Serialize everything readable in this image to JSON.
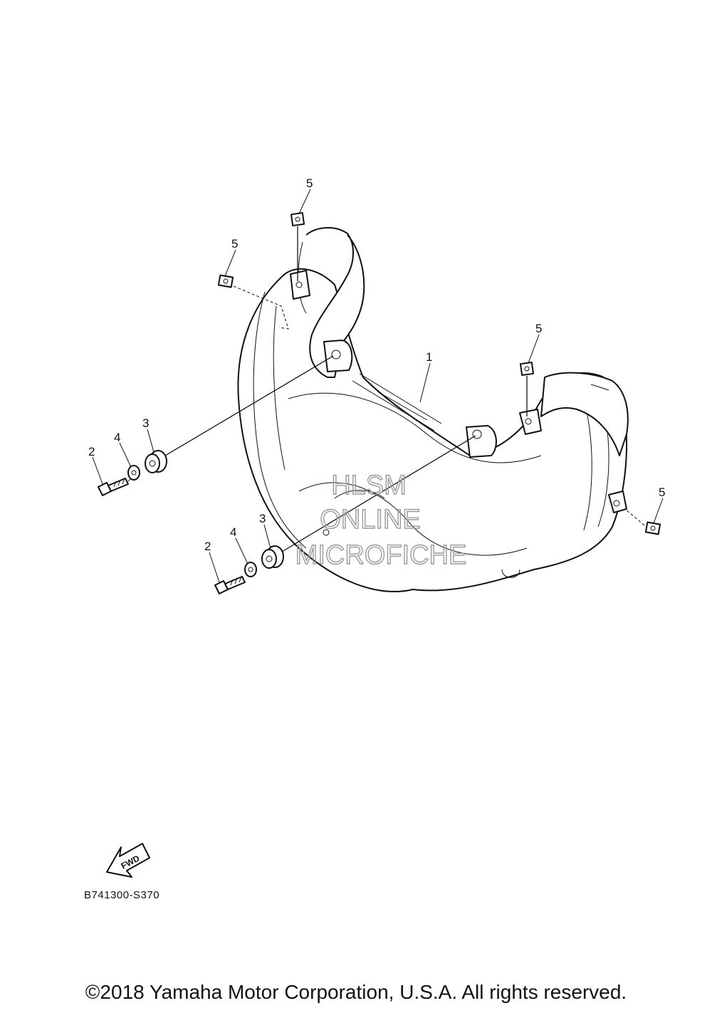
{
  "diagram": {
    "callouts": {
      "housing": "1",
      "bolt_left": "2",
      "bolt_lower": "2",
      "washer_left": "4",
      "washer_lower": "4",
      "grommet_left": "3",
      "grommet_lower": "3",
      "nut_top": "5",
      "nut_upper_left": "5",
      "nut_mid_right": "5",
      "nut_far_right": "5"
    },
    "watermark": {
      "line1": "HLSM",
      "line2": "ONLINE",
      "line3": "MICROFICHE"
    },
    "fwd_label": "FWD",
    "drawing_code": "B741300-S370"
  },
  "footer": {
    "copyright": "©2018 Yamaha Motor Corporation, U.S.A. All rights reserved."
  }
}
